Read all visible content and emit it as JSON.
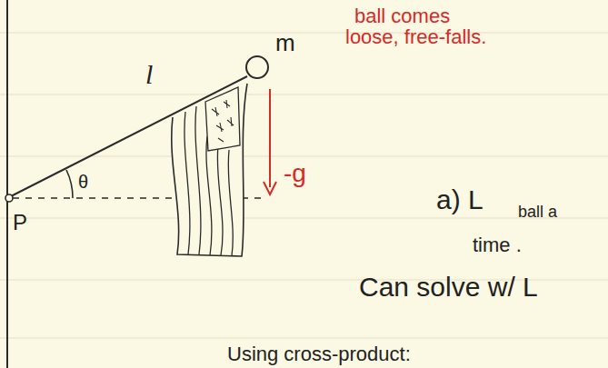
{
  "diagram": {
    "labels": [
      "ball comes loose, free-falls.",
      "m",
      "l",
      "θ",
      "-g",
      "P",
      "a) L",
      "ball a",
      "time .",
      "Can solve w/ L",
      "Using cross-product:"
    ]
  }
}
